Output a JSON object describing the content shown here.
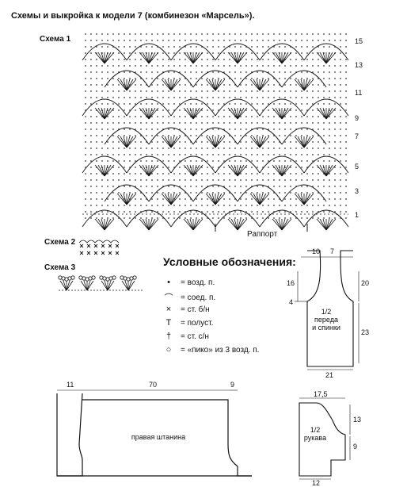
{
  "title": "Схемы и выкройка к модели 7 (комбинезон «Марсель»).",
  "scheme1": {
    "label": "Схема 1",
    "row_numbers": [
      "15",
      "13",
      "11",
      "9",
      "7",
      "5",
      "3",
      "1"
    ],
    "rapport_label": "Раппорт"
  },
  "scheme2": {
    "label": "Схема 2"
  },
  "scheme3": {
    "label": "Схема 3"
  },
  "legend": {
    "title": "Условные обозначения:",
    "items": [
      {
        "symbol": "•",
        "text": "= возд. п."
      },
      {
        "symbol": "⌒",
        "text": "= соед. п."
      },
      {
        "symbol": "×",
        "text": "= ст. б/н"
      },
      {
        "symbol": "T",
        "text": "= полуст."
      },
      {
        "symbol": "†",
        "text": "= ст. с/н"
      },
      {
        "symbol": "○",
        "text": "= «пико» из 3 возд. п."
      }
    ]
  },
  "front_back": {
    "dims": {
      "top_left": "10",
      "top_right": "7",
      "left_upper": "16",
      "left_small": "4",
      "right_upper": "20",
      "right_lower": "23",
      "bottom": "21"
    },
    "label_1": "1/2",
    "label_2": "переда",
    "label_3": "и спинки"
  },
  "leg": {
    "dims": {
      "left": "11",
      "middle": "70",
      "right": "9"
    },
    "label": "правая штанина"
  },
  "sleeve": {
    "dims": {
      "top": "17,5",
      "right_upper": "13",
      "right_lower": "9",
      "bottom": "12"
    },
    "label_1": "1/2",
    "label_2": "рукава"
  }
}
